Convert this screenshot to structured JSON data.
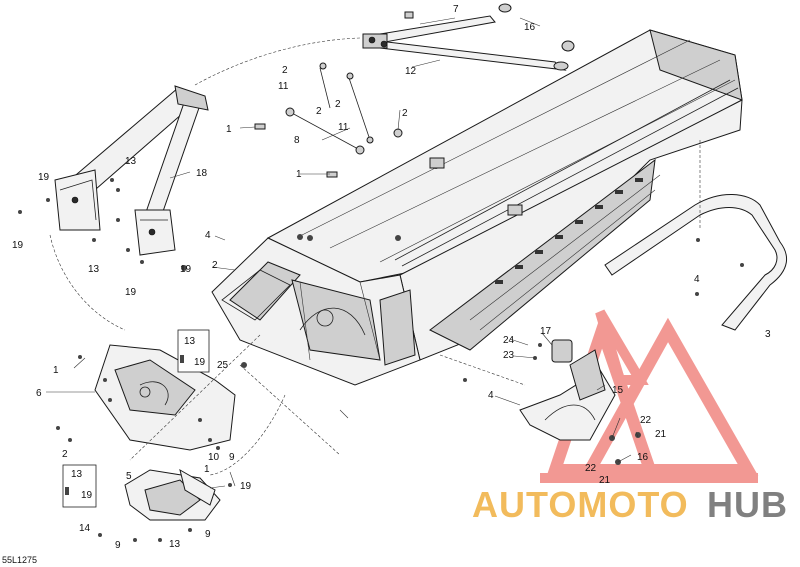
{
  "diagram_code": "55L1275",
  "watermark": {
    "word_a": "AUTOMOTO",
    "word_b": "HUB",
    "color_a": "#f0b040",
    "color_b": "#6b6b6b",
    "logo_color": "#e8453c"
  },
  "callouts": [
    {
      "id": "c1a",
      "text": "1"
    },
    {
      "id": "c1b",
      "text": "1"
    },
    {
      "id": "c1c",
      "text": "1"
    },
    {
      "id": "c1d",
      "text": "1"
    },
    {
      "id": "c2a",
      "text": "2"
    },
    {
      "id": "c2b",
      "text": "2"
    },
    {
      "id": "c2c",
      "text": "2"
    },
    {
      "id": "c2d",
      "text": "2"
    },
    {
      "id": "c2e",
      "text": "2"
    },
    {
      "id": "c2f",
      "text": "2"
    },
    {
      "id": "c3",
      "text": "3"
    },
    {
      "id": "c4a",
      "text": "4"
    },
    {
      "id": "c4b",
      "text": "4"
    },
    {
      "id": "c4c",
      "text": "4"
    },
    {
      "id": "c5",
      "text": "5"
    },
    {
      "id": "c6",
      "text": "6"
    },
    {
      "id": "c7",
      "text": "7"
    },
    {
      "id": "c8",
      "text": "8"
    },
    {
      "id": "c9a",
      "text": "9"
    },
    {
      "id": "c9b",
      "text": "9"
    },
    {
      "id": "c9c",
      "text": "9"
    },
    {
      "id": "c10",
      "text": "10"
    },
    {
      "id": "c11a",
      "text": "11"
    },
    {
      "id": "c11b",
      "text": "11"
    },
    {
      "id": "c12",
      "text": "12"
    },
    {
      "id": "c13a",
      "text": "13"
    },
    {
      "id": "c13b",
      "text": "13"
    },
    {
      "id": "c13c",
      "text": "13"
    },
    {
      "id": "c13d",
      "text": "13"
    },
    {
      "id": "c13e",
      "text": "13"
    },
    {
      "id": "c14",
      "text": "14"
    },
    {
      "id": "c15",
      "text": "15"
    },
    {
      "id": "c16a",
      "text": "16"
    },
    {
      "id": "c16b",
      "text": "16"
    },
    {
      "id": "c17",
      "text": "17"
    },
    {
      "id": "c18",
      "text": "18"
    },
    {
      "id": "c19a",
      "text": "19"
    },
    {
      "id": "c19b",
      "text": "19"
    },
    {
      "id": "c19c",
      "text": "19"
    },
    {
      "id": "c19d",
      "text": "19"
    },
    {
      "id": "c19e",
      "text": "19"
    },
    {
      "id": "c19f",
      "text": "19"
    },
    {
      "id": "c19g",
      "text": "19"
    },
    {
      "id": "c21a",
      "text": "21"
    },
    {
      "id": "c21b",
      "text": "21"
    },
    {
      "id": "c22a",
      "text": "22"
    },
    {
      "id": "c22b",
      "text": "22"
    },
    {
      "id": "c23",
      "text": "23"
    },
    {
      "id": "c24",
      "text": "24"
    },
    {
      "id": "c25",
      "text": "25"
    }
  ]
}
